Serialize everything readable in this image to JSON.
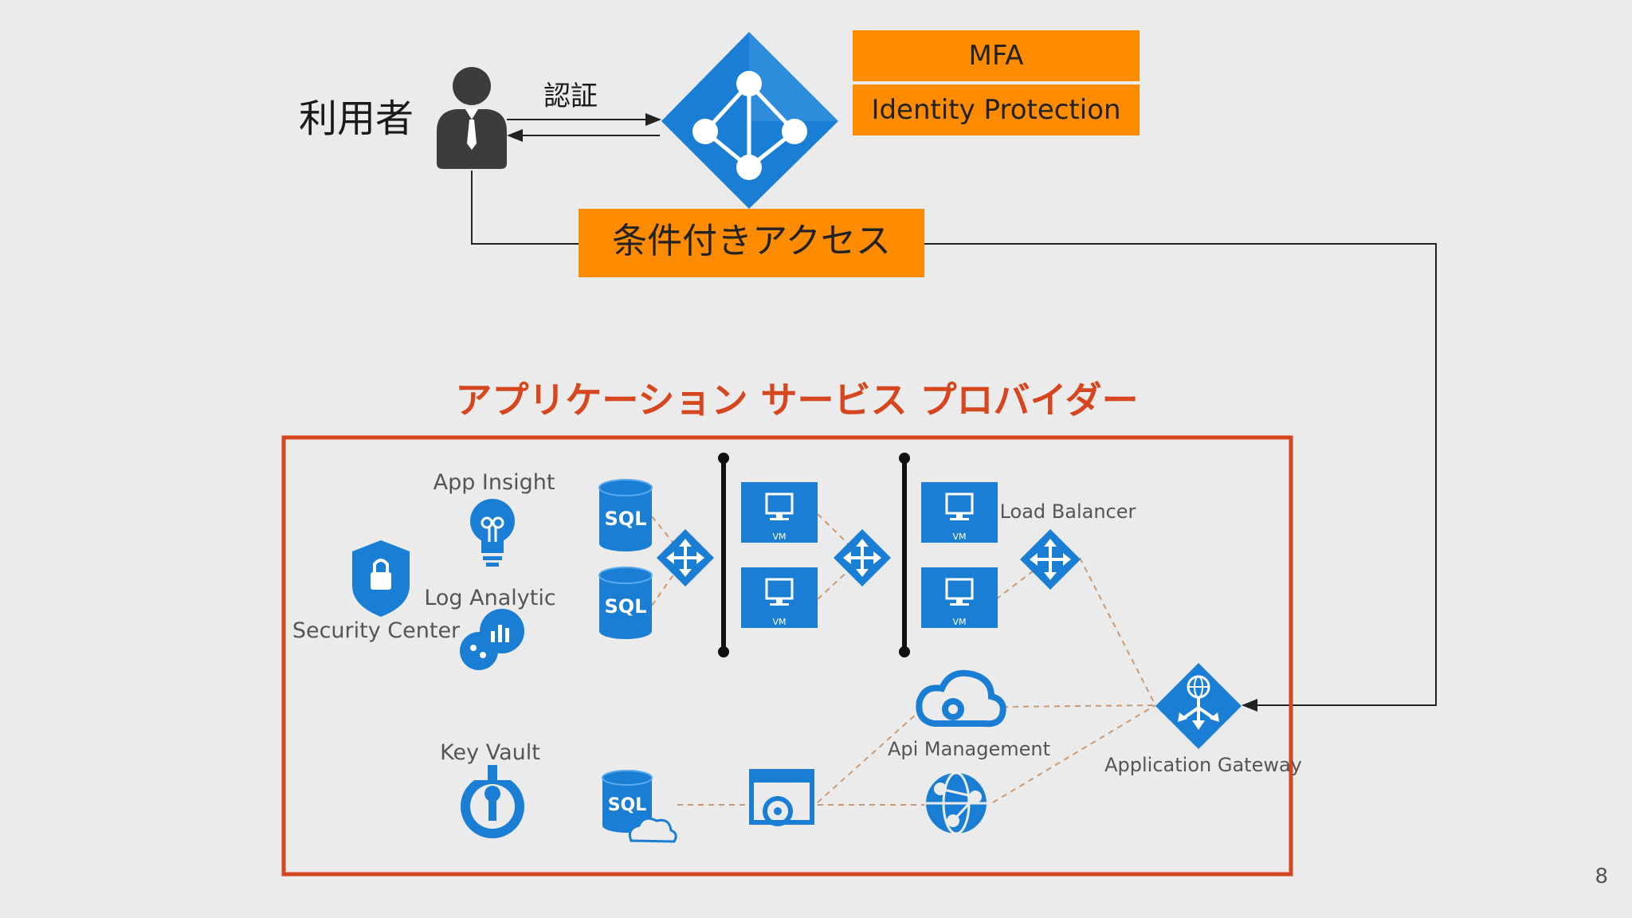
{
  "slide": {
    "page_number": "8"
  },
  "auth": {
    "user_label": "利用者",
    "auth_label": "認証",
    "mfa_label": "MFA",
    "identity_protection_label": "Identity Protection",
    "conditional_access_label": "条件付きアクセス"
  },
  "provider": {
    "title": "アプリケーション サービス プロバイダー",
    "labels": {
      "app_insight": "App Insight",
      "log_analytic": "Log Analytic",
      "security_center": "Security Center",
      "key_vault": "Key Vault",
      "load_balancer": "Load Balancer",
      "api_management": "Api Management",
      "application_gateway": "Application Gateway",
      "sql": "SQL",
      "vm": "VM"
    }
  },
  "colors": {
    "azure_blue": "#1a7fd4",
    "orange_box": "#ff8c00",
    "provider_red": "#d6461f",
    "dark_icon": "#3c3c3c"
  }
}
